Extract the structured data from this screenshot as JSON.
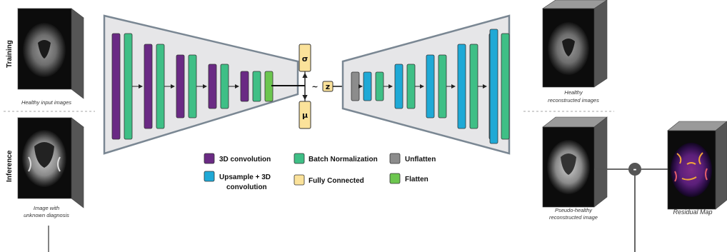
{
  "section_labels": {
    "training": "Training",
    "inference": "Inference"
  },
  "captions": {
    "healthy_input": "Healthy input images",
    "unknown_line1": "Image with",
    "unknown_line2": "unknown diagnosis",
    "healthy_recon_line1": "Healthy",
    "healthy_recon_line2": "reconstructed images",
    "pseudo_line1": "Pseudo-healthy",
    "pseudo_line2": "reconstructed image",
    "residual": "Residual Map"
  },
  "latent": {
    "sigma": "σ",
    "mu": "μ",
    "tilde": "~",
    "z": "z"
  },
  "subtract_symbol": "-",
  "legend": {
    "conv3d": "3D convolution",
    "batch_norm": "Batch Normalization",
    "unflatten": "Unflatten",
    "upsample_line1": "Upsample + 3D",
    "upsample_line2": "convolution",
    "fully_connected": "Fully Connected",
    "flatten": "Flatten"
  },
  "colors": {
    "conv3d": "#6a2a84",
    "batch_norm": "#3fbf86",
    "unflatten": "#8c8c8c",
    "upsample_conv": "#1fa9d6",
    "fully_connected": "#fbe29a",
    "flatten": "#6cc64f",
    "trapezoid_fill": "#e6e6e8",
    "trapezoid_stroke": "#7a8793"
  }
}
